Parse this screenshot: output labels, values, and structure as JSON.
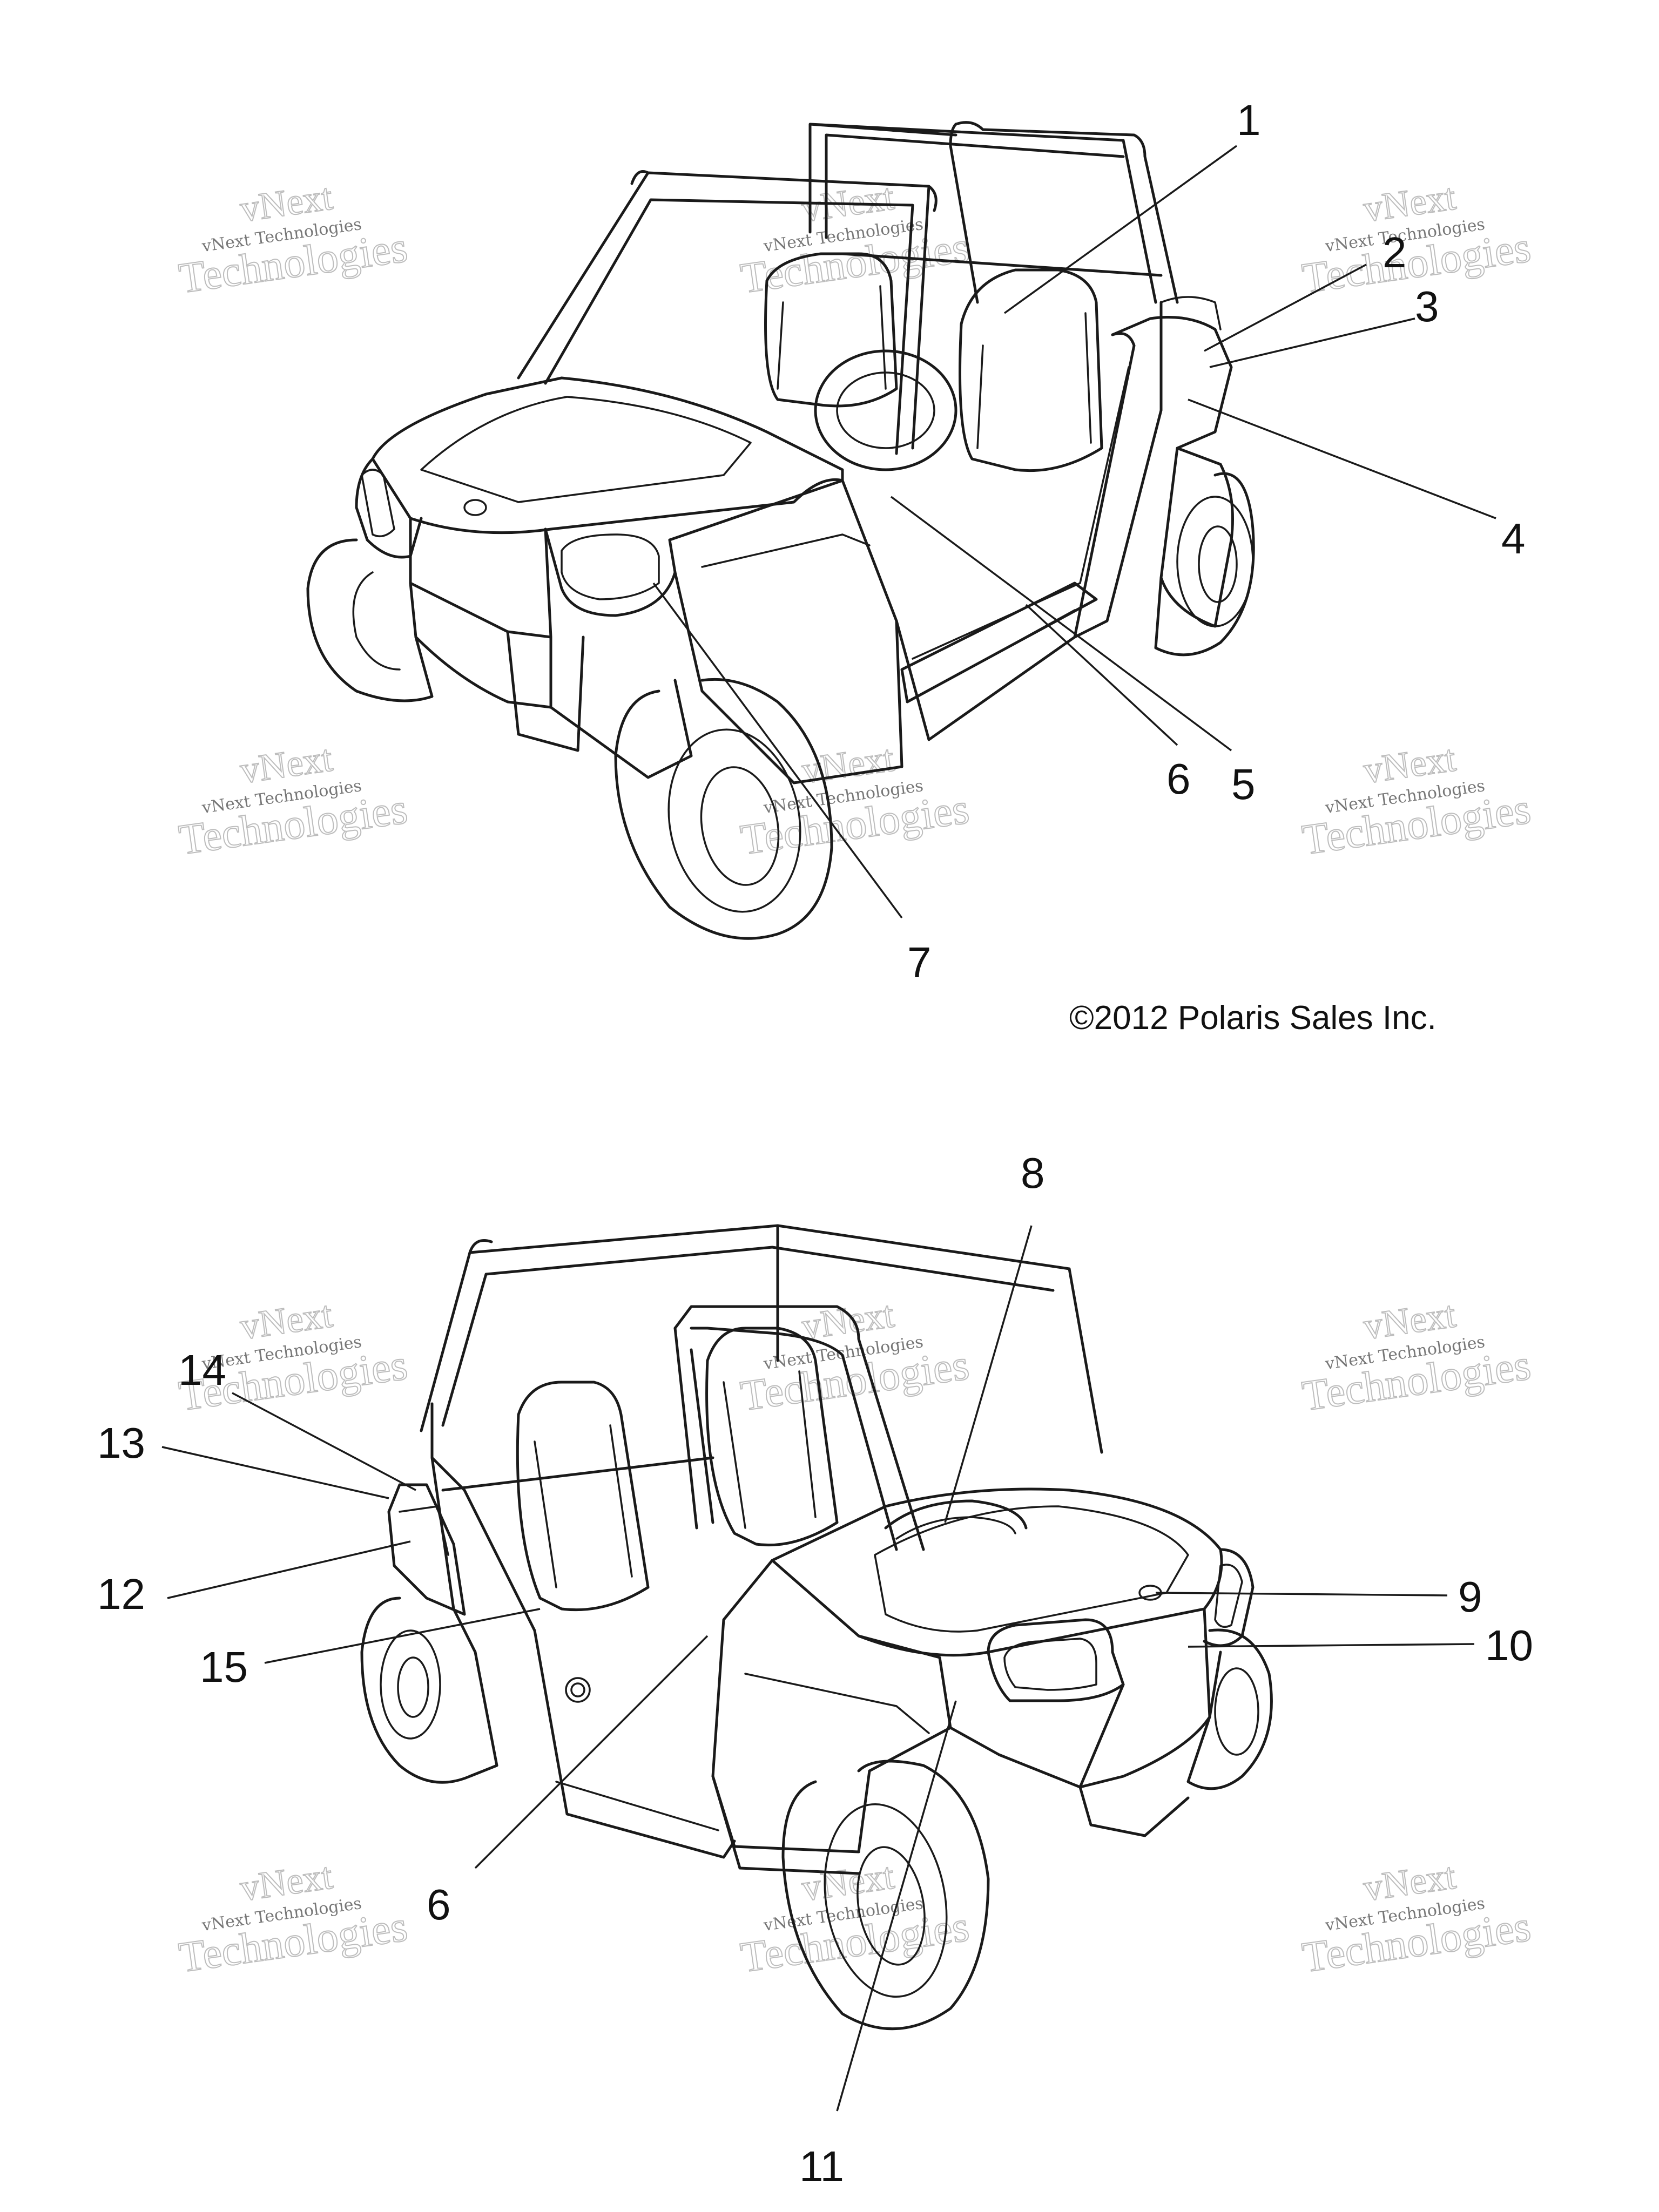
{
  "copyright": "©2012 Polaris Sales Inc.",
  "watermark": {
    "line1": "vNext Technologies",
    "line2": "vNext",
    "line3": "Technologies"
  },
  "callouts_top": [
    "1",
    "2",
    "3",
    "4",
    "5",
    "6",
    "7"
  ],
  "callouts_bottom": [
    "8",
    "9",
    "10",
    "11",
    "12",
    "13",
    "14",
    "15",
    "6"
  ],
  "colors": {
    "line": "#1a1a1a",
    "watermark": "#bdbdbd"
  }
}
